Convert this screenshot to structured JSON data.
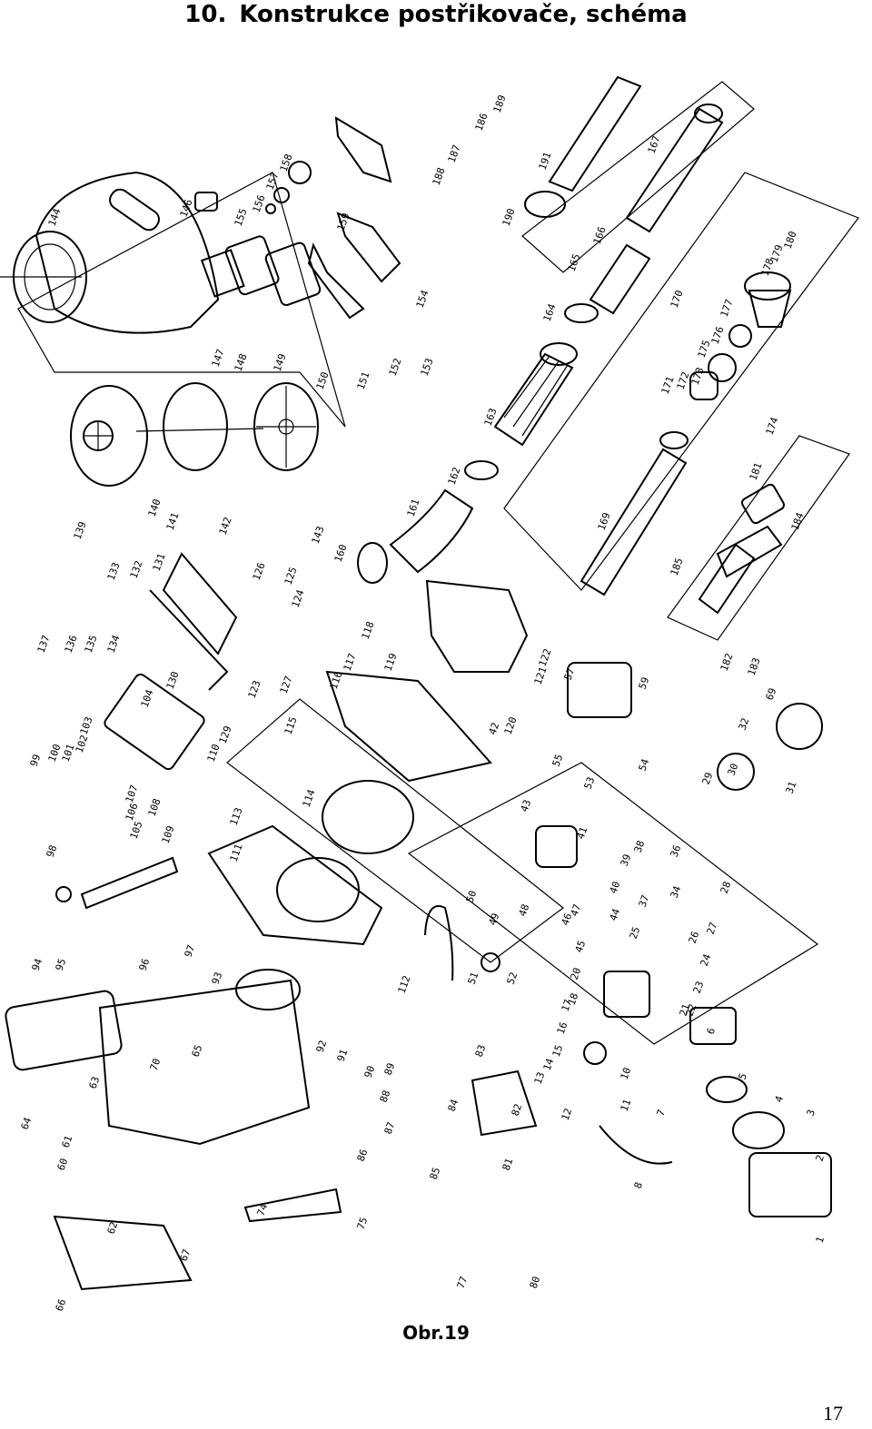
{
  "header": {
    "number": "10.",
    "title": "Konstrukce postřikovače, schéma"
  },
  "caption": "Obr.19",
  "page_number": "17",
  "part_numbers": [
    "1",
    "2",
    "3",
    "4",
    "5",
    "6",
    "7",
    "8",
    "10",
    "11",
    "12",
    "13",
    "14",
    "15",
    "16",
    "17",
    "18",
    "20",
    "21",
    "22",
    "23",
    "24",
    "25",
    "26",
    "27",
    "28",
    "29",
    "30",
    "31",
    "32",
    "34",
    "36",
    "37",
    "38",
    "39",
    "40",
    "41",
    "42",
    "43",
    "44",
    "45",
    "46",
    "47",
    "48",
    "49",
    "50",
    "51",
    "52",
    "53",
    "54",
    "55",
    "57",
    "59",
    "60",
    "61",
    "62",
    "63",
    "64",
    "65",
    "66",
    "67",
    "69",
    "70",
    "74",
    "75",
    "77",
    "80",
    "81",
    "82",
    "83",
    "84",
    "85",
    "86",
    "87",
    "88",
    "89",
    "90",
    "91",
    "92",
    "93",
    "94",
    "95",
    "96",
    "97",
    "98",
    "99",
    "100",
    "101",
    "102",
    "103",
    "104",
    "105",
    "106",
    "107",
    "108",
    "109",
    "110",
    "111",
    "112",
    "113",
    "114",
    "115",
    "116",
    "117",
    "118",
    "119",
    "120",
    "121",
    "122",
    "123",
    "124",
    "125",
    "126",
    "127",
    "129",
    "130",
    "131",
    "132",
    "133",
    "134",
    "135",
    "136",
    "137",
    "139",
    "140",
    "141",
    "142",
    "143",
    "144",
    "146",
    "147",
    "148",
    "149",
    "150",
    "151",
    "152",
    "153",
    "154",
    "155",
    "156",
    "157",
    "158",
    "159",
    "160",
    "161",
    "162",
    "163",
    "164",
    "165",
    "166",
    "167",
    "169",
    "170",
    "171",
    "172",
    "173",
    "174",
    "175",
    "176",
    "177",
    "178",
    "179",
    "180",
    "181",
    "182",
    "183",
    "184",
    "185",
    "186",
    "187",
    "188",
    "189",
    "190",
    "191"
  ]
}
